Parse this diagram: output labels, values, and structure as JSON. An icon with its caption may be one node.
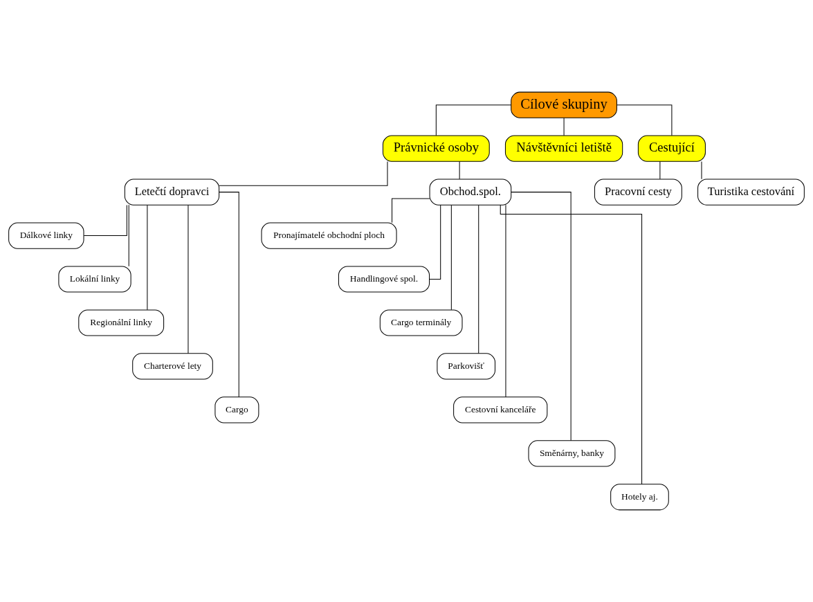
{
  "diagram": {
    "nodes": [
      {
        "text": [
          "Cílové skupiny"
        ]
      },
      {
        "text": [
          "Právnické osoby"
        ]
      },
      {
        "text": [
          "Návštěvníci letiště"
        ]
      },
      {
        "text": [
          "Cestující"
        ]
      },
      {
        "text": [
          "Letečtí dopravci"
        ]
      },
      {
        "text": [
          "Obchod.spol."
        ]
      },
      {
        "text": [
          "Pracovní cesty"
        ]
      },
      {
        "text": [
          "Turistika cestování"
        ]
      },
      {
        "text": [
          "Dálkové linky"
        ]
      },
      {
        "text": [
          "Lokální linky"
        ]
      },
      {
        "text": [
          "Regionální linky"
        ]
      },
      {
        "text": [
          "Charterové lety"
        ]
      },
      {
        "text": [
          "Cargo"
        ]
      },
      {
        "text": [
          "Pronajímatelé obchodní ploch"
        ]
      },
      {
        "text": [
          "Handlingové spol."
        ]
      },
      {
        "text": [
          "Cargo terminály"
        ]
      },
      {
        "text": [
          "Parkovišť"
        ]
      },
      {
        "text": [
          "Cestovní kanceláře"
        ]
      },
      {
        "text": [
          "Směnárny, banky"
        ]
      },
      {
        "text": [
          "Hotely aj."
        ]
      }
    ],
    "edges": [
      {
        "from": 0,
        "to": 1,
        "arrow": "none"
      },
      {
        "from": 0,
        "to": 2,
        "arrow": "none"
      },
      {
        "from": 0,
        "to": 3,
        "arrow": "none"
      },
      {
        "from": 1,
        "to": 4,
        "arrow": "none"
      },
      {
        "from": 1,
        "to": 5,
        "arrow": "none"
      },
      {
        "from": 3,
        "to": 6,
        "arrow": "none"
      },
      {
        "from": 3,
        "to": 7,
        "arrow": "none"
      },
      {
        "from": 4,
        "to": 8,
        "arrow": "none"
      },
      {
        "from": 4,
        "to": 9,
        "arrow": "none"
      },
      {
        "from": 4,
        "to": 10,
        "arrow": "none"
      },
      {
        "from": 4,
        "to": 11,
        "arrow": "none"
      },
      {
        "from": 4,
        "to": 12,
        "arrow": "none"
      },
      {
        "from": 5,
        "to": 13,
        "arrow": "none"
      },
      {
        "from": 5,
        "to": 14,
        "arrow": "none"
      },
      {
        "from": 5,
        "to": 15,
        "arrow": "none"
      },
      {
        "from": 5,
        "to": 16,
        "arrow": "none"
      },
      {
        "from": 5,
        "to": 17,
        "arrow": "none"
      },
      {
        "from": 5,
        "to": 18,
        "arrow": "none"
      },
      {
        "from": 5,
        "to": 19,
        "arrow": "none"
      }
    ]
  }
}
